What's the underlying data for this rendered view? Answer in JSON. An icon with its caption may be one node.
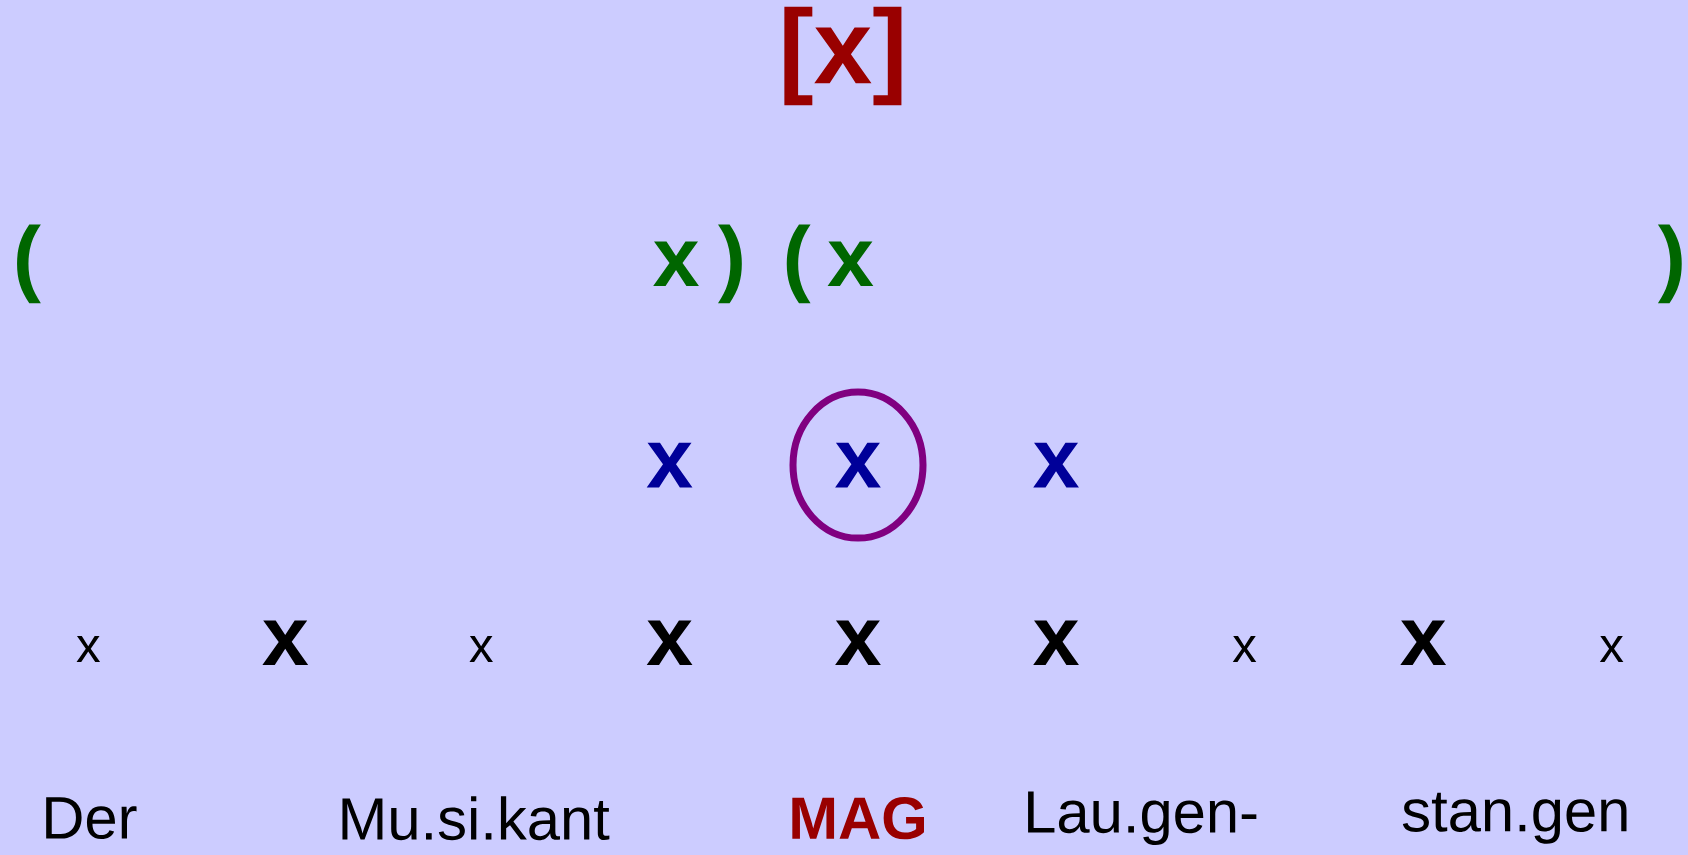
{
  "diagram": {
    "nodes": [
      {
        "text": [
          "x"
        ]
      }
    ],
    "labels": [
      "[x]",
      "(",
      "x",
      ")",
      "(",
      "x",
      ")",
      "x",
      "x",
      "x",
      "x",
      "x",
      "x",
      "x",
      "x",
      "x",
      "x",
      "x",
      "Der",
      "Mu.si.kant",
      "MAG",
      "Lau.gen-",
      "stan.gen"
    ]
  }
}
